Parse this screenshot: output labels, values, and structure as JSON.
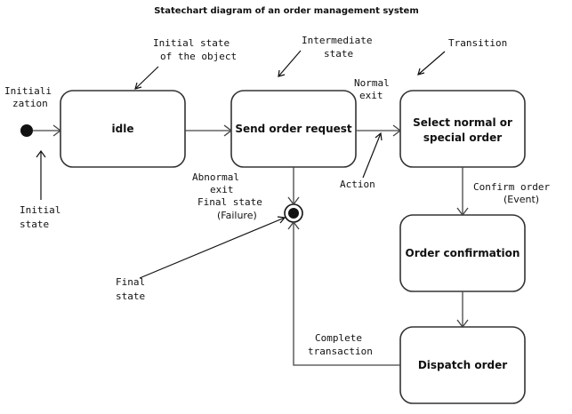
{
  "title": "Statechart diagram of an order management system",
  "states": {
    "idle": "idle",
    "send_order_request": "Send order request",
    "select_order": [
      "Select normal or",
      "special order"
    ],
    "order_confirmation": "Order confirmation",
    "dispatch_order": "Dispatch order"
  },
  "annotations": {
    "initialization": [
      "Initiali",
      "zation"
    ],
    "initial_state_of_object": [
      "Initial state",
      "of the object"
    ],
    "intermediate_state": [
      "Intermediate",
      "state"
    ],
    "transition": "Transition",
    "normal_exit": [
      "Normal",
      "exit"
    ],
    "abnormal_exit": [
      "Abnormal",
      "exit"
    ],
    "final_state_failure": [
      "Final state",
      "(Failure)"
    ],
    "action": "Action",
    "initial_state": [
      "Initial",
      "state"
    ],
    "confirm_order_event": [
      "Confirm order",
      "(Event)"
    ],
    "final_state": [
      "Final",
      "state"
    ],
    "complete_transaction": [
      "Complete",
      "transaction"
    ]
  },
  "colors": {
    "line": "#444444",
    "text": "#111111"
  }
}
